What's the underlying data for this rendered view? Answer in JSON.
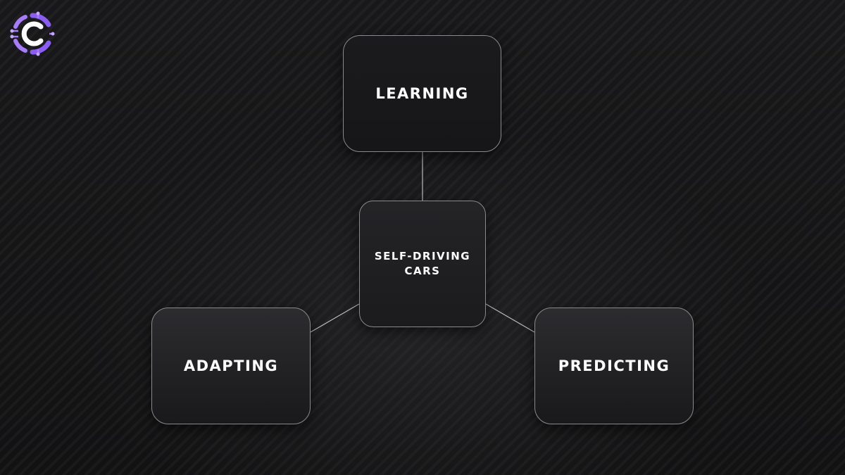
{
  "diagram": {
    "center": {
      "label": "SELF-DRIVING CARS"
    },
    "branches": [
      {
        "label": "LEARNING"
      },
      {
        "label": "ADAPTING"
      },
      {
        "label": "PREDICTING"
      }
    ]
  },
  "colors": {
    "background": "#151516",
    "node_border": "#8a8a8e",
    "connector": "#bdbdc0",
    "text": "#ffffff",
    "logo_accent": "#9b5cf6"
  },
  "icons": {
    "logo": "circuit-c-logo-icon"
  }
}
